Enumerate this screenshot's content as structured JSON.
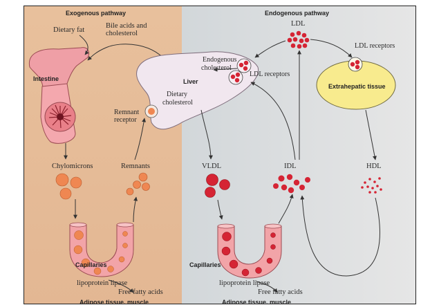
{
  "left_panel": {
    "title": "Exogenous pathway",
    "labels": {
      "dietary_fat": "Dietary fat",
      "bile_acids_line1": "Bile acids and",
      "bile_acids_line2": "cholesterol",
      "intestine": "Intestine",
      "chylomicrons": "Chylomicrons",
      "remnants": "Remnants",
      "remnant_receptor_line1": "Remnant",
      "remnant_receptor_line2": "receptor",
      "capillaries": "Capillaries",
      "lipoprotein_lipase": "lipoprotein lipase",
      "free_fatty_acids": "Free fatty acids",
      "adipose": "Adipose tissue, muscle"
    }
  },
  "right_panel": {
    "title": "Endogenous pathway",
    "labels": {
      "ldl": "LDL",
      "ldl_receptors_top": "LDL receptors",
      "endogenous_line1": "Endogenous",
      "endogenous_line2": "cholesterol",
      "liver": "Liver",
      "ldl_receptors_liver": "LDL receptors",
      "dietary_line1": "Dietary",
      "dietary_line2": "cholesterol",
      "extrahepatic": "Extrahepatic tissue",
      "vldl": "VLDL",
      "idl": "IDL",
      "hdl": "HDL",
      "capillaries": "Capillaries",
      "lipoprotein_lipase": "lipoprotein lipase",
      "free_fatty_acids": "Free fatty acids",
      "adipose": "Adipose tissue, muscle"
    }
  },
  "colors": {
    "left_bg": "#e9c3a0",
    "right_bg": "#e0e2e3",
    "liver": "#f2e8f0",
    "vessel_pink": "#f2a4a8",
    "orange_particle": "#ef8752",
    "red_particle": "#d52434",
    "extrahepatic": "#f8eb8e"
  }
}
